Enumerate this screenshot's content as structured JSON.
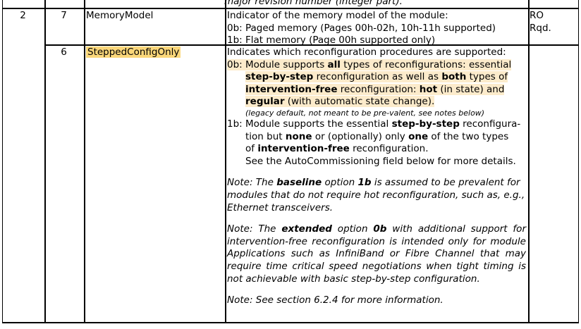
{
  "document": {
    "type": "specification-register-table",
    "colors": {
      "field_name_highlight": "#FBD77A",
      "description_highlight": "#FCEBCB",
      "border": "#000000",
      "page_background": "#FFFFFF"
    }
  },
  "clipped_top_row": {
    "description_fragment": "major revision number (integer part)."
  },
  "rows": [
    {
      "byte": "2",
      "bit": "7",
      "field_name": "MemoryModel",
      "field_name_highlighted": false,
      "type": [
        "RO",
        "Rqd."
      ],
      "description_lines": [
        "Indicator of the memory model of the module:",
        "0b: Paged memory (Pages 00h-02h, 10h-11h supported)",
        "1b: Flat memory (Page 00h supported only)"
      ]
    },
    {
      "byte": "",
      "bit": "6",
      "field_name": "SteppedConfigOnly",
      "field_name_highlighted": true,
      "type": [],
      "description": {
        "intro": "Indicates which reconfiguration procedures are supported:",
        "option_0b": {
          "label": "0b:",
          "highlighted": true,
          "lines": [
            [
              {
                "t": "Module supports ",
                "b": false
              },
              {
                "t": "all",
                "b": true
              },
              {
                "t": " types of reconfigurations: essential",
                "b": false
              }
            ],
            [
              {
                "t": "step-by-step",
                "b": true
              },
              {
                "t": " reconfiguration as well as ",
                "b": false
              },
              {
                "t": "both",
                "b": true
              },
              {
                "t": " types of",
                "b": false
              }
            ],
            [
              {
                "t": "intervention-free",
                "b": true
              },
              {
                "t": " reconfiguration: ",
                "b": false
              },
              {
                "t": "hot",
                "b": true
              },
              {
                "t": " (in state) and",
                "b": false
              }
            ],
            [
              {
                "t": "regular",
                "b": true
              },
              {
                "t": " (with automatic state change).",
                "b": false
              }
            ]
          ],
          "footnote": "(legacy default, not meant to be pre-valent, see notes below)"
        },
        "option_1b": {
          "label": "1b:",
          "highlighted": false,
          "lines": [
            [
              {
                "t": "Module supports the essential ",
                "b": false
              },
              {
                "t": "step-by-step",
                "b": true
              },
              {
                "t": " reconfigura-",
                "b": false
              }
            ],
            [
              {
                "t": "tion but ",
                "b": false
              },
              {
                "t": "none",
                "b": true
              },
              {
                "t": " or (optionally) only ",
                "b": false
              },
              {
                "t": "one",
                "b": true
              },
              {
                "t": " of the two types",
                "b": false
              }
            ],
            [
              {
                "t": "of ",
                "b": false
              },
              {
                "t": "intervention-free",
                "b": true
              },
              {
                "t": " reconfiguration.",
                "b": false
              }
            ],
            [
              {
                "t": "See the AutoCommissioning field below for more details.",
                "b": false
              }
            ]
          ]
        },
        "notes": [
          {
            "id": "note-baseline",
            "justified": false,
            "runs": [
              {
                "t": "Note: The ",
                "b": false
              },
              {
                "t": "baseline",
                "b": true
              },
              {
                "t": " option ",
                "b": false
              },
              {
                "t": "1b",
                "b": true
              },
              {
                "t": " is assumed to be prevalent for modules that do not require hot reconfiguration, such as, e.g., Ethernet transceivers.",
                "b": false
              }
            ]
          },
          {
            "id": "note-extended",
            "justified": true,
            "runs": [
              {
                "t": "Note: The ",
                "b": false
              },
              {
                "t": "extended",
                "b": true
              },
              {
                "t": " option ",
                "b": false
              },
              {
                "t": "0b",
                "b": true
              },
              {
                "t": " with additional support for intervention-free reconfiguration is intended only for module Applications such as InfiniBand or Fibre Channel that may require time critical speed negotiations when tight timing is not achievable with basic step-by-step configuration.",
                "b": false
              }
            ]
          },
          {
            "id": "note-section-ref",
            "justified": false,
            "runs": [
              {
                "t": "Note: See section 6.2.4 for more information.",
                "b": false
              }
            ]
          }
        ]
      }
    }
  ]
}
